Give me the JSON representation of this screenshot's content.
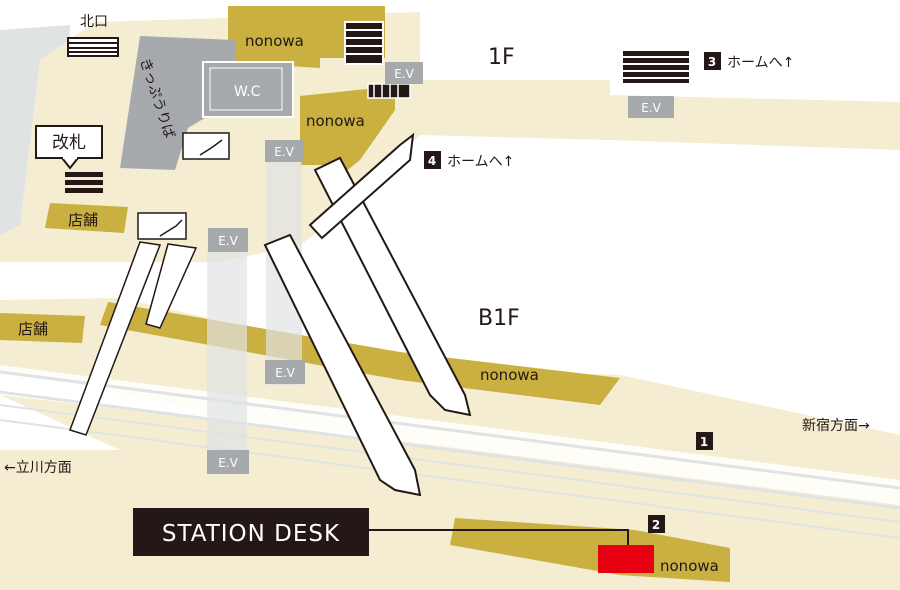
{
  "labels": {
    "north_exit": "北口",
    "floor_1f": "1F",
    "floor_b1f": "B1F",
    "nonowa_top": "nonowa",
    "nonowa_mid": "nonowa",
    "nonowa_b1": "nonowa",
    "nonowa_bottom": "nonowa",
    "kippu_hiroba": "きっぷうりば",
    "wc": "W.C",
    "ticket_gate": "改札",
    "shop_1f": "店舗",
    "shop_b1": "店舗",
    "to_shinjuku": "新宿方面→",
    "to_tachikawa": "←立川方面",
    "station_desk": "STATION DESK"
  },
  "elevator_label": "E.V",
  "platforms": [
    {
      "number": "3",
      "text": "ホームへ↑"
    },
    {
      "number": "4",
      "text": "ホームへ↑"
    },
    {
      "number": "1",
      "text": ""
    },
    {
      "number": "2",
      "text": ""
    }
  ],
  "colors": {
    "cream": "#f4edd2",
    "gold": "#c9b040",
    "grey": "#a7aaad",
    "lightgrey": "#dfe3e4",
    "dark": "#231815",
    "desk_red": "#e60012"
  }
}
